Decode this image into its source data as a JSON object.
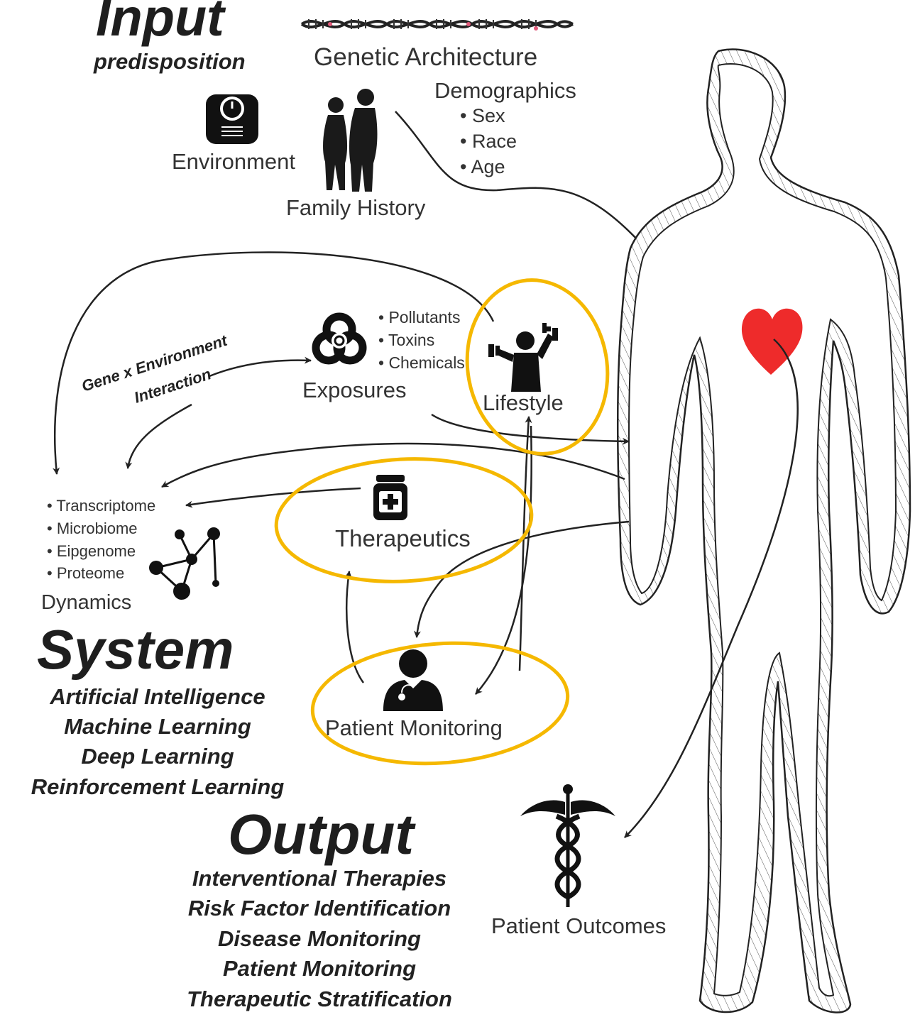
{
  "input": {
    "title": "Input",
    "subtitle": "predisposition",
    "genetic_architecture": "Genetic Architecture",
    "demographics": {
      "title": "Demographics",
      "items": [
        "• Sex",
        "• Race",
        "• Age"
      ]
    },
    "environment": "Environment",
    "family_history": "Family History"
  },
  "middle": {
    "gxe": [
      "Gene x Environment",
      "Interaction"
    ],
    "exposures": {
      "label": "Exposures",
      "items": [
        "• Pollutants",
        "• Toxins",
        "• Chemicals"
      ]
    },
    "lifestyle": "Lifestyle",
    "therapeutics": "Therapeutics",
    "patient_monitoring": "Patient Monitoring",
    "dynamics": {
      "label": "Dynamics",
      "items": [
        "• Transcriptome",
        "• Microbiome",
        "• Eipgenome",
        "• Proteome"
      ]
    }
  },
  "system": {
    "title": "System",
    "items": [
      "Artificial Intelligence",
      "Machine Learning",
      "Deep Learning",
      "Reinforcement Learning"
    ]
  },
  "output": {
    "title": "Output",
    "items": [
      "Interventional Therapies",
      "Risk Factor Identification",
      "Disease Monitoring",
      "Patient Monitoring",
      "Therapeutic Stratification"
    ],
    "patient_outcomes": "Patient Outcomes"
  },
  "colors": {
    "highlight_ring": "#f5b800",
    "heart": "#ee2b2b",
    "ink": "#1e1e1e"
  },
  "icons": [
    "dna-icon",
    "scale-icon",
    "couple-icon",
    "biohazard-icon",
    "weightlifter-icon",
    "medicine-bottle-icon",
    "network-icon",
    "doctor-icon",
    "caduceus-icon",
    "heart-icon",
    "human-body-outline"
  ]
}
